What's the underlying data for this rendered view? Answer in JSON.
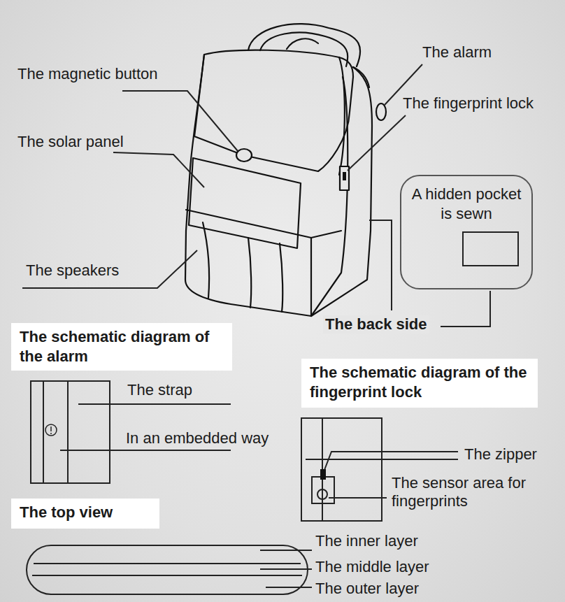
{
  "diagram": {
    "nodes": [
      {
        "text": [
          "A hidden pocket is sewn"
        ]
      },
      {
        "text": [
          "The schematic diagram of the alarm"
        ]
      },
      {
        "text": [
          "The schematic diagram of the fingerprint lock"
        ]
      },
      {
        "text": [
          "The top view"
        ]
      }
    ],
    "labels": [
      "The magnetic button",
      "The solar panel",
      "The speakers",
      "The alarm",
      "The fingerprint lock",
      "The back side",
      "The strap",
      "In an embedded way",
      "The zipper",
      "The sensor area for fingerprints",
      "The inner layer",
      "The middle layer",
      "The outer layer"
    ]
  }
}
